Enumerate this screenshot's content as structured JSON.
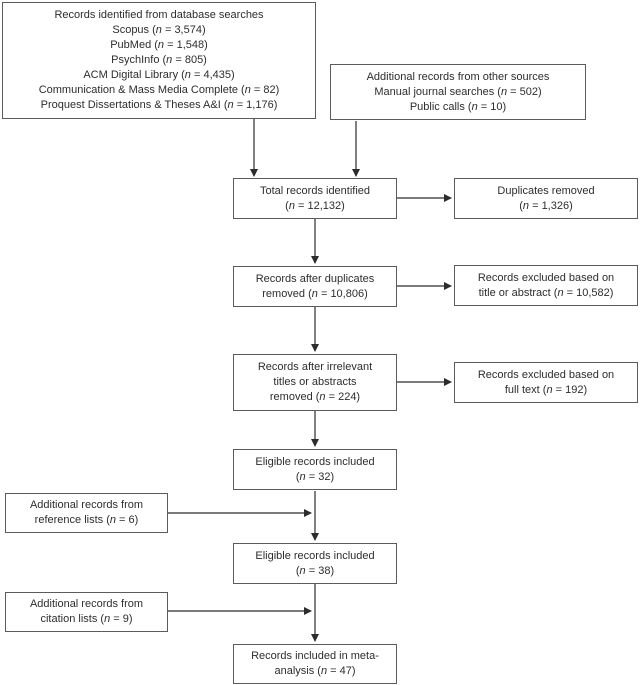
{
  "diagram": {
    "kind": "records-flow-diagram",
    "colors": {
      "background": "#ffffff",
      "box_border": "#5a5b5e",
      "connector": "#2c2c2e",
      "text": "#2d2d2f"
    },
    "boxes": {
      "db_search": {
        "lines": [
          "Records identified from database searches",
          "Scopus (n = 3,574)",
          "PubMed (n = 1,548)",
          "PsychInfo (n = 805)",
          "ACM Digital Library (n = 4,435)",
          "Communication & Mass Media Complete (n = 82)",
          "Proquest Dissertations & Theses A&I (n = 1,176)"
        ]
      },
      "other_sources": {
        "lines": [
          "Additional records from other sources",
          "Manual journal searches (n = 502)",
          "Public calls (n = 10)"
        ]
      },
      "total_identified": {
        "lines": [
          "Total records identified",
          "(n = 12,132)"
        ]
      },
      "duplicates_removed": {
        "lines": [
          "Duplicates removed",
          "(n = 1,326)"
        ]
      },
      "after_duplicates": {
        "lines": [
          "Records after duplicates",
          "removed (n = 10,806)"
        ]
      },
      "excluded_title_abstract": {
        "lines": [
          "Records excluded based on",
          "title or abstract (n = 10,582)"
        ]
      },
      "after_irrelevant": {
        "lines": [
          "Records after irrelevant",
          "titles or abstracts",
          "removed (n = 224)"
        ]
      },
      "excluded_full_text": {
        "lines": [
          "Records excluded based on",
          "full text (n = 192)"
        ]
      },
      "eligible_32": {
        "lines": [
          "Eligible records included",
          "(n = 32)"
        ]
      },
      "reference_lists": {
        "lines": [
          "Additional records from",
          "reference lists (n = 6)"
        ]
      },
      "eligible_38": {
        "lines": [
          "Eligible records included",
          "(n = 38)"
        ]
      },
      "citation_lists": {
        "lines": [
          "Additional records from",
          "citation lists (n = 9)"
        ]
      },
      "meta_analysis": {
        "lines": [
          "Records included in meta-",
          "analysis (n = 47)"
        ]
      }
    }
  }
}
